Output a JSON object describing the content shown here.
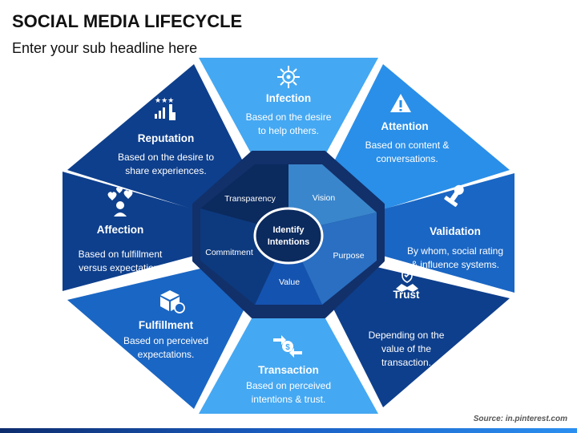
{
  "header": {
    "title": "SOCIAL MEDIA LIFECYCLE",
    "subtitle": "Enter your sub headline here"
  },
  "colors": {
    "light_blue": "#45a8f2",
    "mid_blue": "#1a66c4",
    "dark_blue": "#0e3f8c",
    "navy": "#0b2a5e",
    "source_text": "#555555"
  },
  "outer_segments": [
    {
      "title": "Infection",
      "lines": [
        "Based on the desire",
        "to help others."
      ],
      "icon": "virus-icon"
    },
    {
      "title": "Attention",
      "lines": [
        "Based on content &",
        "conversations."
      ],
      "icon": "warning-icon"
    },
    {
      "title": "Validation",
      "lines": [
        "By whom, social rating",
        "& influence systems."
      ],
      "icon": "stamp-icon"
    },
    {
      "title": "Trust",
      "lines": [
        "Depending on the",
        "value of the",
        "transaction."
      ],
      "icon": "handshake-shield-icon"
    },
    {
      "title": "Transaction",
      "lines": [
        "Based on perceived",
        "intentions & trust."
      ],
      "icon": "dollar-exchange-icon"
    },
    {
      "title": "Fulfillment",
      "lines": [
        "Based on perceived",
        "expectations."
      ],
      "icon": "box-delivery-icon"
    },
    {
      "title": "Affection",
      "lines": [
        "Based on fulfillment",
        "versus expectation."
      ],
      "icon": "hearts-person-icon"
    },
    {
      "title": "Reputation",
      "lines": [
        "Based on the desire to",
        "share experiences."
      ],
      "icon": "rating-chart-icon"
    }
  ],
  "inner_segments": [
    "Transparency",
    "Vision",
    "Purpose",
    "Value",
    "Commitment"
  ],
  "center": {
    "lines": [
      "Identify",
      "Intentions"
    ]
  },
  "source": "Source: in.pinterest.com"
}
